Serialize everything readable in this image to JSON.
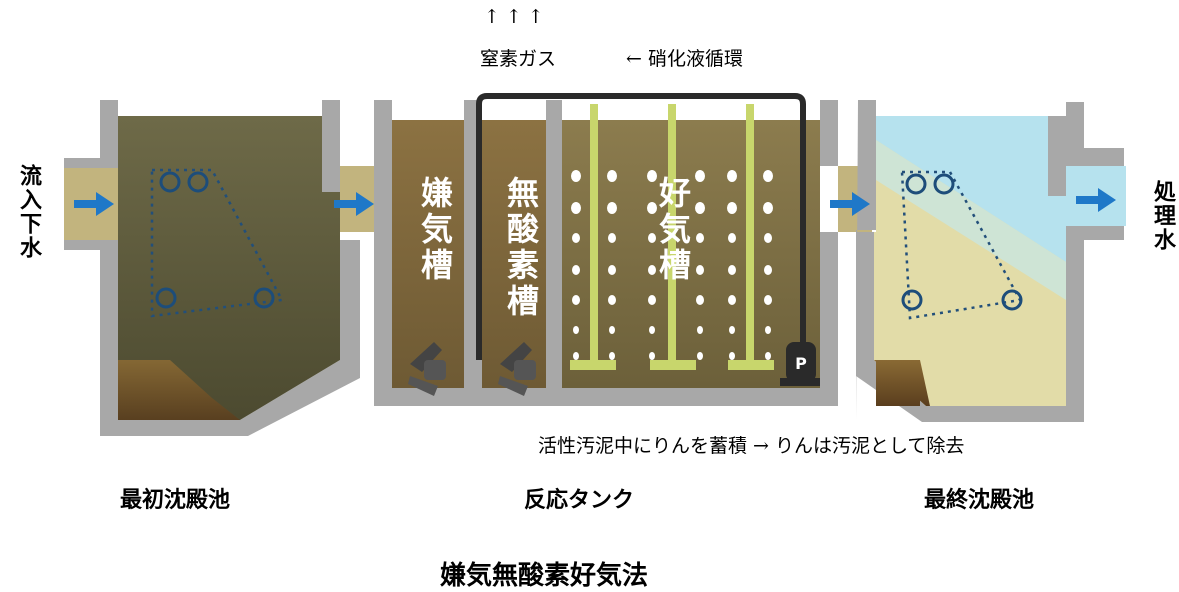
{
  "gas": {
    "arrows": "↑ ↑ ↑",
    "label": "窒素ガス",
    "recycle": "← 硝化液循環"
  },
  "tanks": {
    "anaerobic": "嫌気槽",
    "anoxic": "無酸素槽",
    "aerobic": "好気槽",
    "pump": "P"
  },
  "flow": {
    "inflow": "流入下水",
    "outflow": "処理水"
  },
  "note": "活性汚泥中にりんを蓄積 → りんは汚泥として除去",
  "sections": {
    "primary": "最初沈殿池",
    "reactor": "反応タンク",
    "final": "最終沈殿池"
  },
  "title": "嫌気無酸素好気法",
  "colors": {
    "wall": "#a9a9a9",
    "primary_water": "#6f6a45",
    "anaerobic_water": "#866c3f",
    "aerobic_water": "#8a7a4c",
    "sludge": "#7a5a2a",
    "final_water": "#cfe6e4",
    "final_sky": "#a8def0",
    "pipe": "#2a2a2a",
    "diffuser": "#c8d66c",
    "arrow": "#1f78c8"
  }
}
